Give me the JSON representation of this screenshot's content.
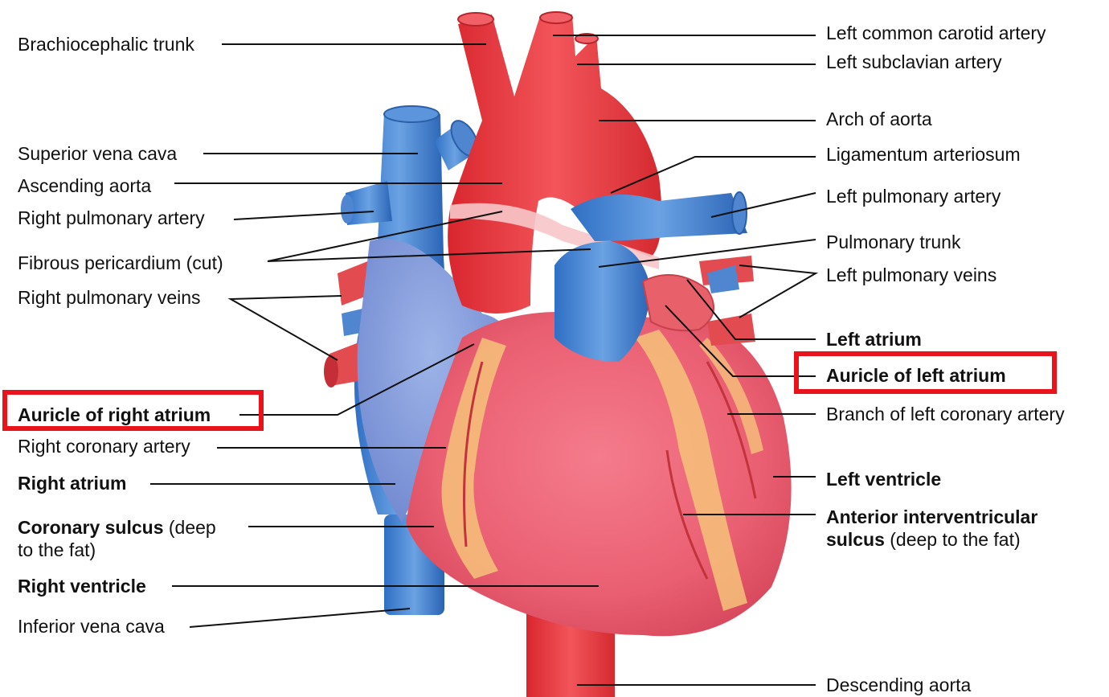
{
  "colors": {
    "highlight": "#e8131b",
    "artery": "#e9363a",
    "vein": "#3b7fd0",
    "fat": "#f6c27a",
    "muscle": "#ec6b7a"
  },
  "labels_left": {
    "brachiocephalic_trunk": "Brachiocephalic trunk",
    "superior_vena_cava": "Superior vena cava",
    "ascending_aorta": "Ascending aorta",
    "right_pulmonary_artery": "Right pulmonary artery",
    "fibrous_pericardium": "Fibrous pericardium (cut)",
    "right_pulmonary_veins": "Right pulmonary veins",
    "auricle_right_atrium": "Auricle of right atrium",
    "right_coronary_artery": "Right coronary artery",
    "right_atrium": "Right atrium",
    "coronary_sulcus_bold": "Coronary sulcus",
    "coronary_sulcus_rest": " (deep",
    "coronary_sulcus_line2": "to the fat)",
    "right_ventricle": "Right ventricle",
    "inferior_vena_cava": "Inferior vena cava"
  },
  "labels_right": {
    "left_common_carotid": "Left common carotid artery",
    "left_subclavian": "Left subclavian artery",
    "arch_of_aorta": "Arch of aorta",
    "ligamentum_arteriosum": "Ligamentum arteriosum",
    "left_pulmonary_artery": "Left pulmonary artery",
    "pulmonary_trunk": "Pulmonary trunk",
    "left_pulmonary_veins": "Left pulmonary veins",
    "left_atrium": "Left atrium",
    "auricle_left_atrium": "Auricle of left atrium",
    "branch_left_coronary": "Branch of left coronary artery",
    "left_ventricle": "Left ventricle",
    "anterior_interventricular_bold": "Anterior interventricular",
    "anterior_interventricular_bold2": "sulcus",
    "anterior_interventricular_rest": " (deep to the fat)",
    "descending_aorta": "Descending aorta"
  }
}
